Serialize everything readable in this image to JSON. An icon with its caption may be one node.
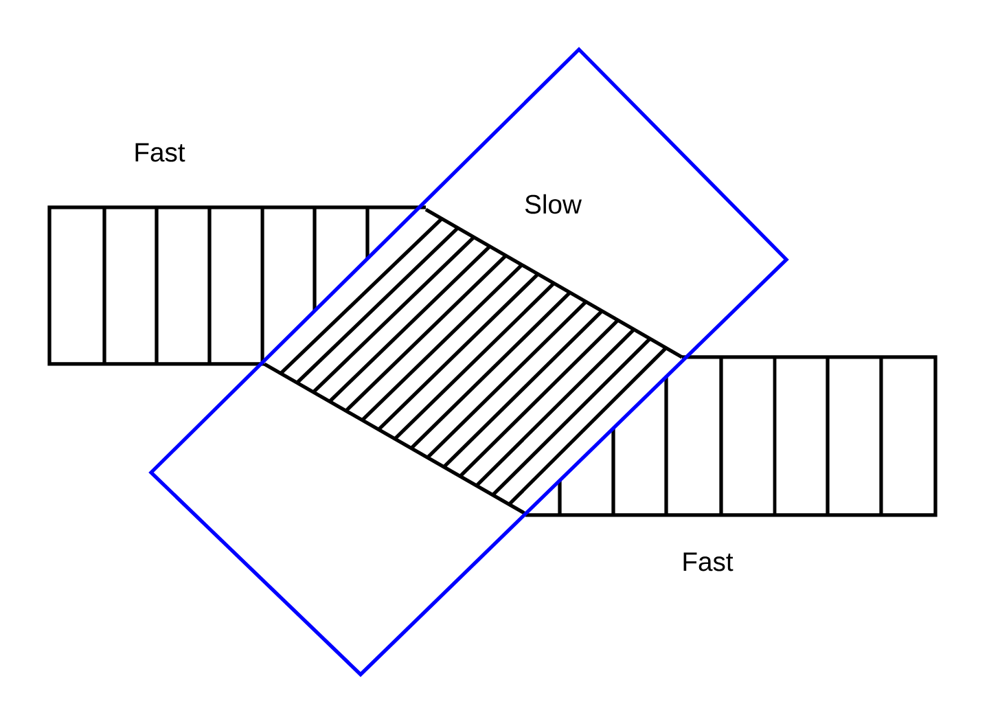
{
  "diagram": {
    "nodes": [
      {
        "text": [
          "Slow"
        ]
      }
    ],
    "labels": [
      "Fast",
      "Fast"
    ]
  }
}
